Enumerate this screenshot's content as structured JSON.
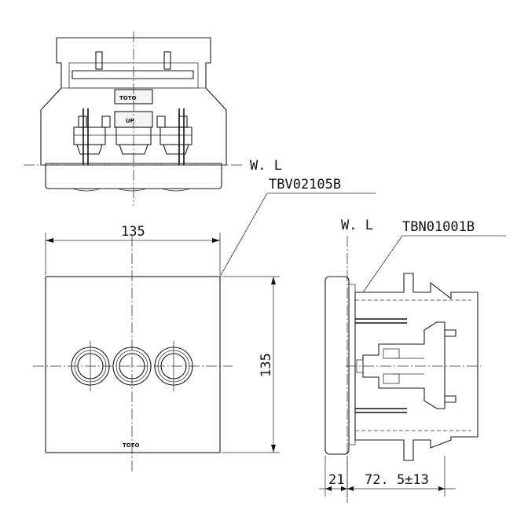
{
  "labels": {
    "wl_top": "W. L",
    "wl_side": "W. L",
    "plate_model": "TBV02105B",
    "body_model": "TBN01001B",
    "logo_front": "TOTO",
    "logo_top": "TOTO",
    "up_mark": "UP"
  },
  "dimensions": {
    "width": "135",
    "height": "135",
    "plate_depth": "21",
    "body_depth": "72. 5±13"
  }
}
